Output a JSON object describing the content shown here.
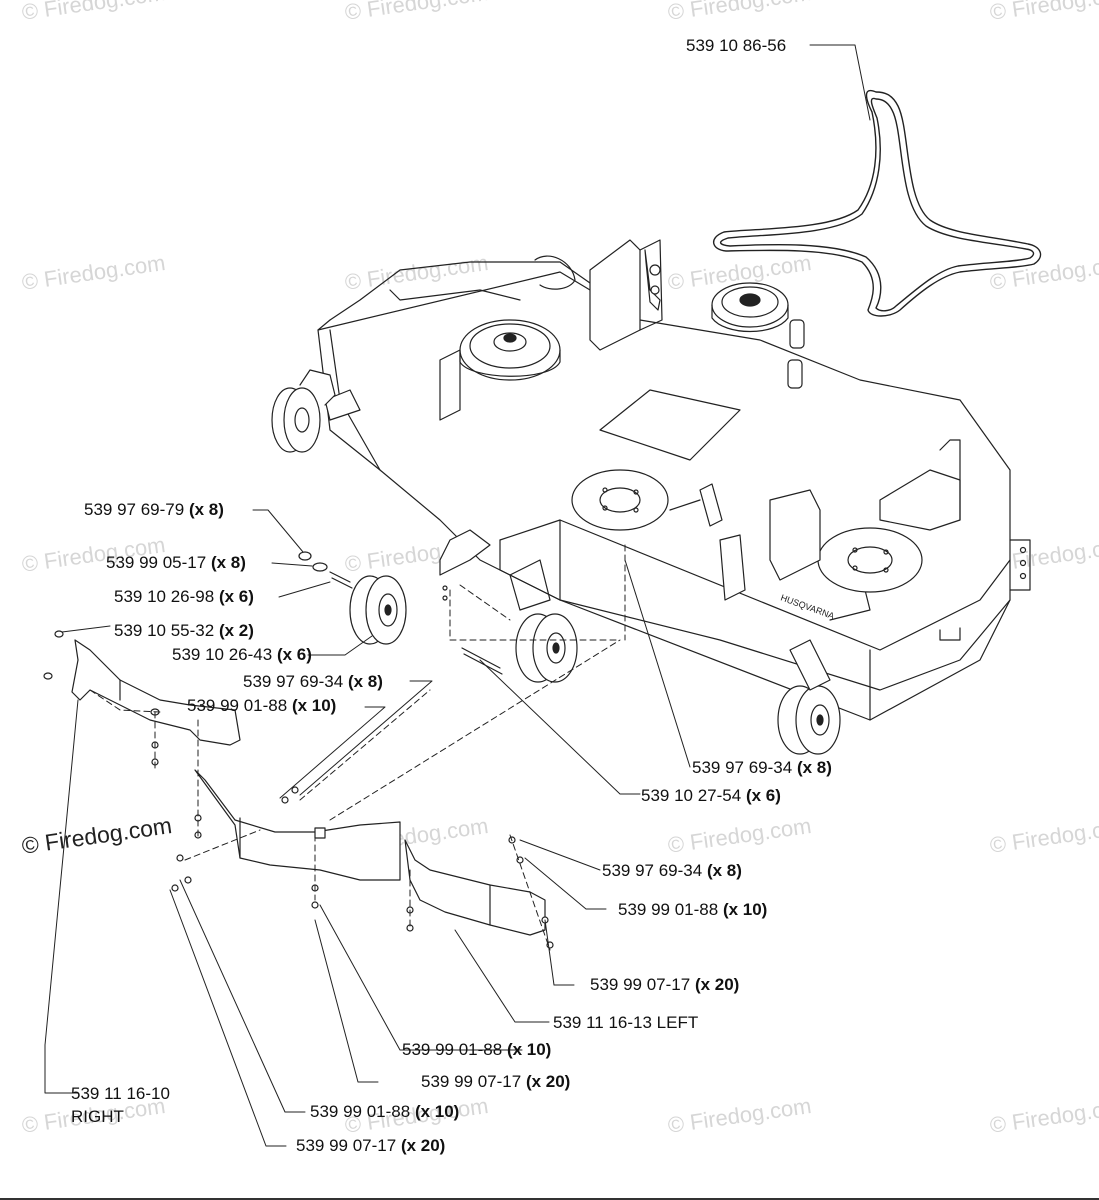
{
  "watermark": "© Firedog.com",
  "callouts": {
    "c01": {
      "part": "539 10 86-56",
      "qty": ""
    },
    "c02": {
      "part": "539 97 69-79",
      "qty": "(x 8)"
    },
    "c03": {
      "part": "539 99 05-17",
      "qty": "(x 8)"
    },
    "c04": {
      "part": "539 10 26-98",
      "qty": "(x 6)"
    },
    "c05": {
      "part": "539 10 55-32",
      "qty": "(x 2)"
    },
    "c06": {
      "part": "539 10 26-43",
      "qty": "(x 6)"
    },
    "c07": {
      "part": "539 97 69-34",
      "qty": "(x 8)"
    },
    "c08": {
      "part": "539 99 01-88",
      "qty": "(x 10)"
    },
    "c09": {
      "part": "539 97 69-34",
      "qty": "(x 8)"
    },
    "c10": {
      "part": "539 10 27-54",
      "qty": "(x 6)"
    },
    "c11": {
      "part": "539 97 69-34",
      "qty": "(x 8)"
    },
    "c12": {
      "part": "539 99 01-88",
      "qty": "(x 10)"
    },
    "c13": {
      "part": "539 99 07-17",
      "qty": "(x 20)"
    },
    "c14": {
      "part": "539 11 16-13 LEFT",
      "qty": ""
    },
    "c15": {
      "part": "539 99 01-88",
      "qty": "(x 10)"
    },
    "c16": {
      "part": "539 99 07-17",
      "qty": "(x 20)"
    },
    "c17": {
      "part": "539 11 16-10",
      "qty": "",
      "line2": "RIGHT"
    },
    "c18": {
      "part": "539 99 01-88",
      "qty": "(x 10)"
    },
    "c19": {
      "part": "539 99 07-17",
      "qty": "(x 20)"
    }
  }
}
